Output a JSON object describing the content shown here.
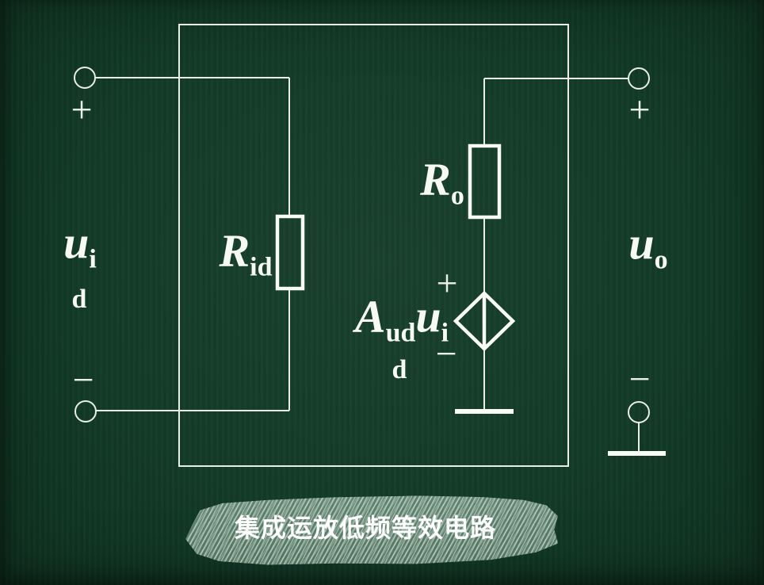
{
  "colors": {
    "board_green": "#123b27",
    "chalk_line": "#e9ece7",
    "chalk_bright": "#f9fbf7",
    "smear_green": "#8fae9b",
    "text_white": "#f7f9f5"
  },
  "diagram": {
    "input": {
      "plus": "+",
      "minus": "−",
      "label": {
        "base": "u",
        "sub": "i",
        "sub_wrap": "d"
      }
    },
    "resistor_rid": {
      "base": "R",
      "sub": "id"
    },
    "resistor_ro": {
      "base": "R",
      "sub": "o"
    },
    "dependent_source": {
      "plus": "+",
      "minus": "−",
      "label": {
        "gain_base": "A",
        "gain_sub": "ud",
        "ctrl_base": "u",
        "ctrl_sub": "i",
        "ctrl_sub_wrap": "d"
      }
    },
    "output": {
      "plus": "+",
      "minus": "−",
      "label": {
        "base": "u",
        "sub": "o"
      }
    }
  },
  "caption": {
    "text": "集成运放低频等效电路"
  }
}
